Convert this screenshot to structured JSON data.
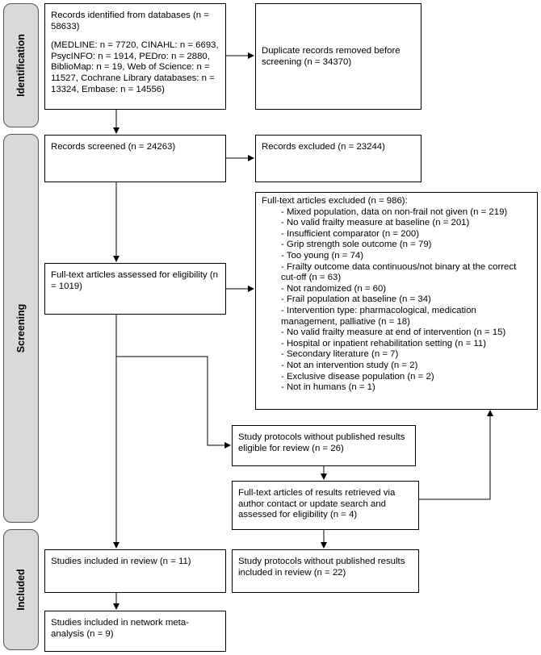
{
  "stages": {
    "identification": "Identification",
    "screening": "Screening",
    "included": "Included"
  },
  "boxes": {
    "records_identified": {
      "title": "Records identified from databases (n = 58633)",
      "detail": "(MEDLINE: n = 7720, CINAHL: n = 6693, PsycINFO: n = 1914, PEDro: n = 2880, BiblioMap: n = 19, Web of Science: n = 11527, Cochrane Library databases: n = 13324, Embase: n = 14556)"
    },
    "duplicates_removed": "Duplicate records removed before screening (n = 34370)",
    "records_screened": "Records screened (n = 24263)",
    "records_excluded": "Records excluded (n = 23244)",
    "fulltext_assessed": "Full-text articles assessed for eligibility (n = 1019)",
    "fulltext_excluded": {
      "title": "Full-text articles excluded (n = 986):",
      "reasons": [
        "- Mixed population, data on non-frail not given (n = 219)",
        "- No valid frailty measure at baseline (n = 201)",
        "- Insufficient comparator (n = 200)",
        "- Grip strength sole outcome (n = 79)",
        "- Too young (n = 74)",
        "- Frailty outcome data continuous/not binary at the correct cut-off (n = 63)",
        "- Not randomized (n = 60)",
        "- Frail population at baseline (n = 34)",
        "- Intervention type: pharmacological, medication management, palliative (n = 18)",
        "- No valid frailty measure at end of intervention (n = 15)",
        "- Hospital or inpatient rehabilitation setting (n = 11)",
        "- Secondary literature (n = 7)",
        "- Not an intervention study (n = 2)",
        "- Exclusive disease population (n = 2)",
        "- Not in humans (n = 1)"
      ]
    },
    "protocols_eligible": "Study protocols without published results eligible for review (n = 26)",
    "results_retrieved": "Full-text articles of results retrieved via author contact or update search and assessed for eligibility (n = 4)",
    "studies_included": "Studies included in review (n = 11)",
    "protocols_included": "Study protocols without published results included in review (n = 22)",
    "network_meta": "Studies included in network meta-analysis (n = 9)"
  }
}
